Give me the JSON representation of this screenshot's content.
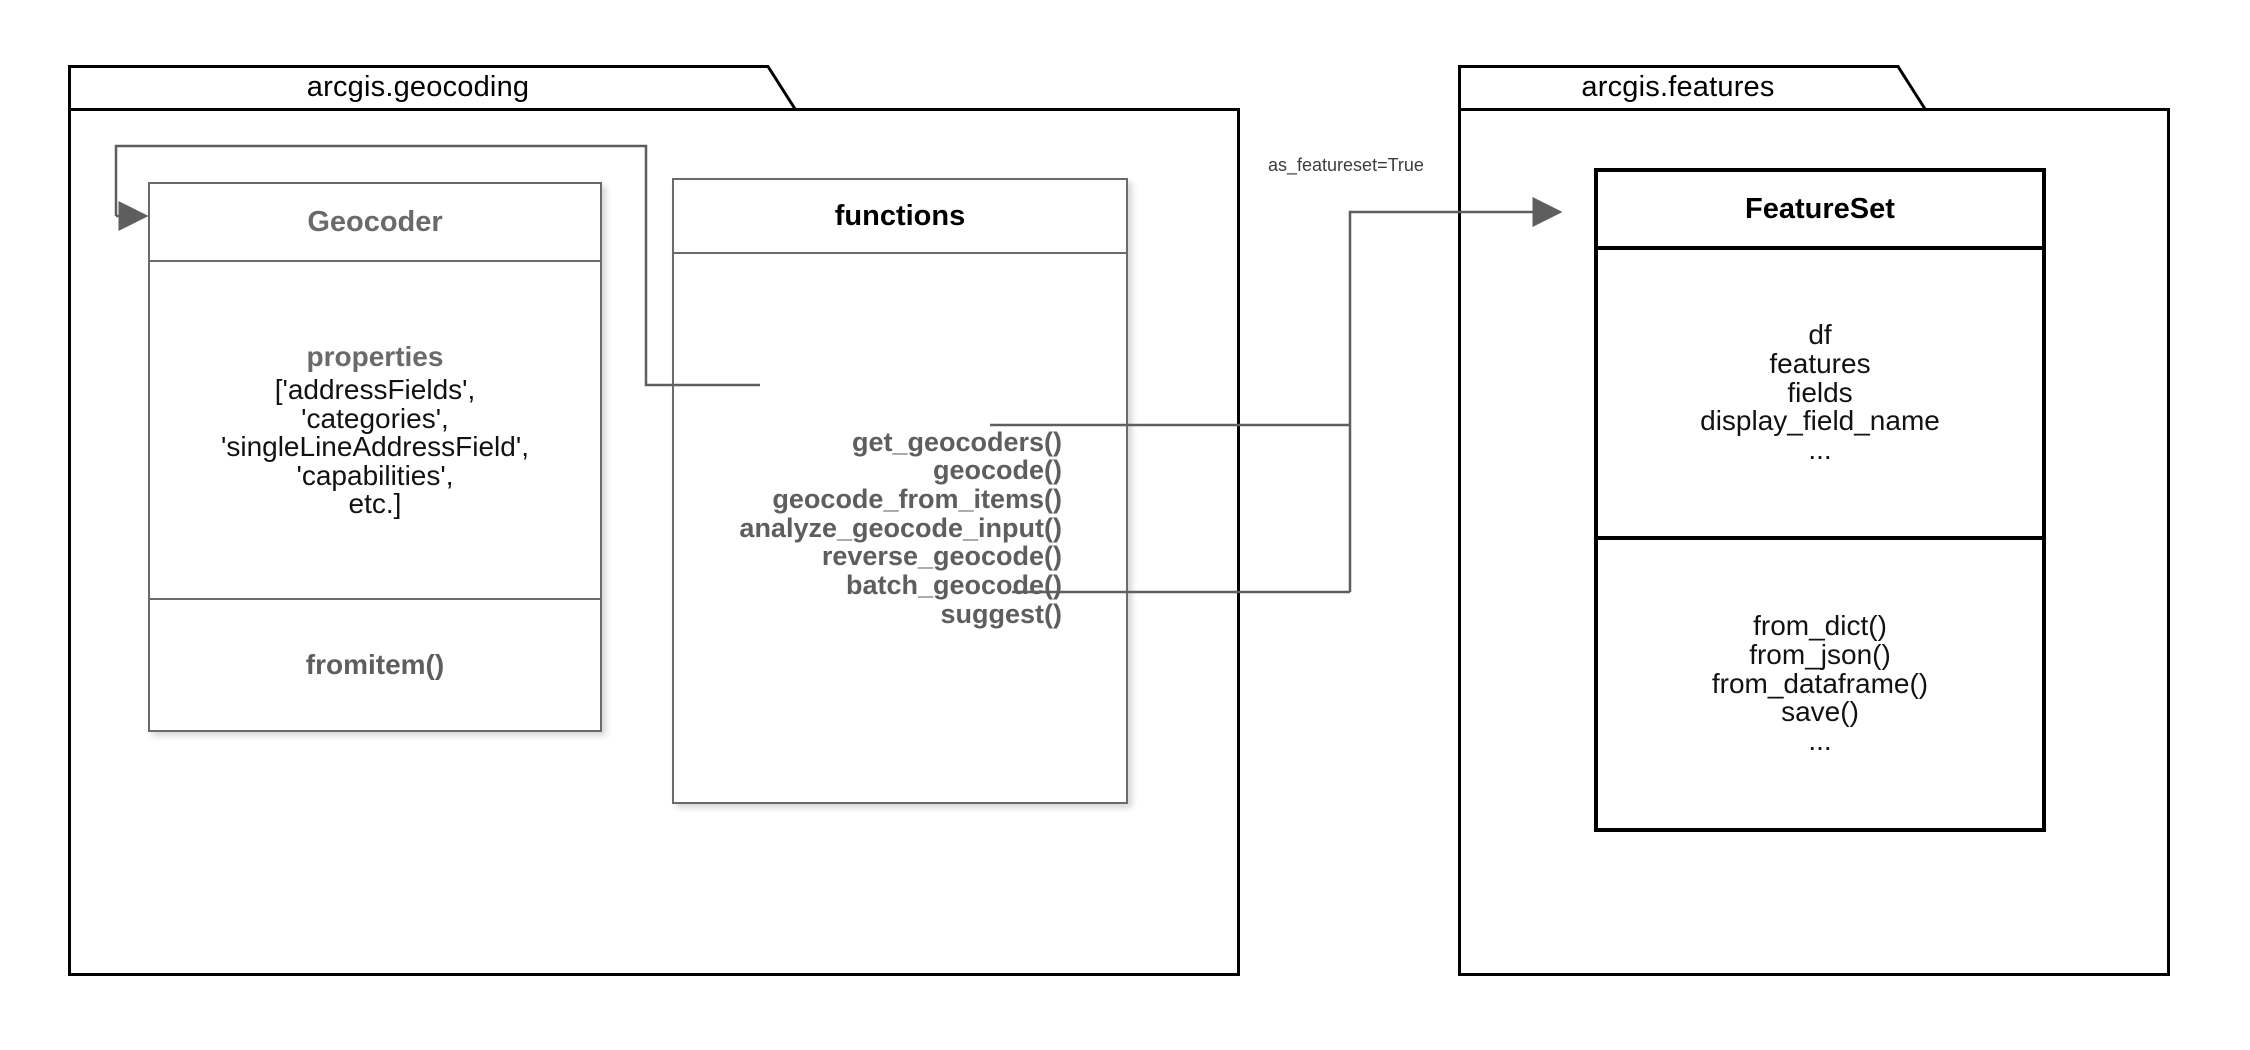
{
  "diagram": {
    "type": "uml-package-class-diagram",
    "colors": {
      "package_border": "#000000",
      "class_border_gray": "#6a6a6a",
      "class_border_black": "#000000",
      "title_gray": "#6a6a6a",
      "connector": "#5e5e5e",
      "text": "#121212",
      "background": "#ffffff"
    }
  },
  "packages": [
    {
      "name": "arcgis.geocoding"
    },
    {
      "name": "arcgis.features"
    }
  ],
  "classes": {
    "geocoder": {
      "title": "Geocoder",
      "properties_header": "properties",
      "properties": [
        "['addressFields',",
        "'categories',",
        "'singleLineAddressField',",
        "'capabilities',",
        "etc.]"
      ],
      "methods": [
        "fromitem()"
      ]
    },
    "functions": {
      "title": "functions",
      "methods": [
        "get_geocoders()",
        "geocode()",
        "geocode_from_items()",
        "analyze_geocode_input()",
        "reverse_geocode()",
        "batch_geocode()",
        "suggest()"
      ]
    },
    "featureset": {
      "title": "FeatureSet",
      "attributes": [
        "df",
        "features",
        "fields",
        "display_field_name",
        "..."
      ],
      "methods": [
        "from_dict()",
        "from_json()",
        "from_dataframe()",
        "save()",
        "..."
      ]
    }
  },
  "connectors": [
    {
      "id": "get-geocoders-to-geocoder",
      "from": "functions.get_geocoders()",
      "to": "Geocoder",
      "label": "",
      "arrow": "solid-triangle"
    },
    {
      "id": "geocode-to-featureset",
      "from": "functions.geocode()",
      "to": "FeatureSet",
      "label": "as_featureset=True",
      "arrow": "solid-triangle"
    },
    {
      "id": "batch-geocode-to-featureset",
      "from": "functions.batch_geocode()",
      "to": "FeatureSet",
      "label": "",
      "arrow": "solid-triangle"
    }
  ],
  "labels": {
    "as_featureset": "as_featureset=True"
  }
}
